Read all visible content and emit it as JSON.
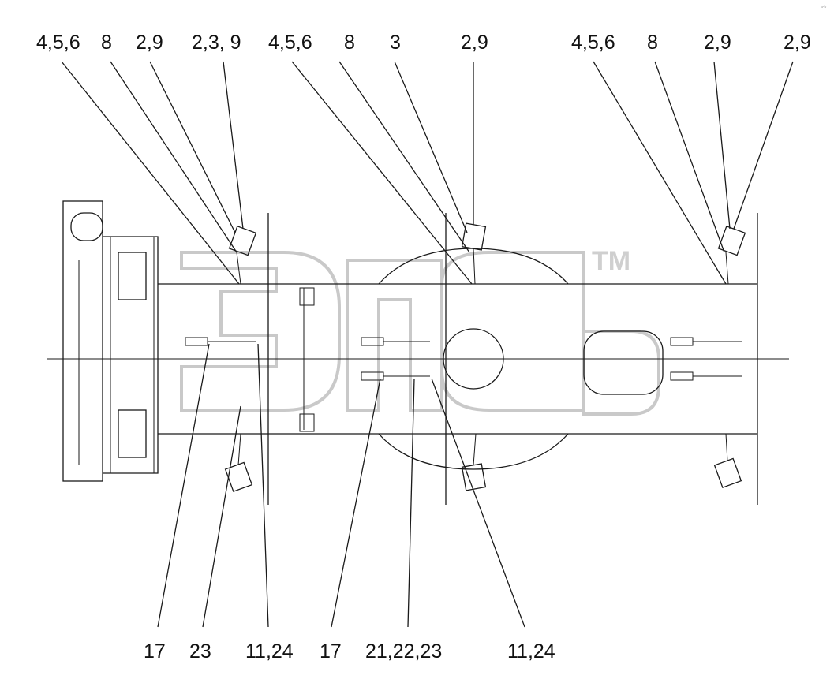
{
  "watermark": {
    "text": "TM"
  },
  "corner_mark": "a-b",
  "callouts_top": [
    "4,5,6",
    "8",
    "2,9",
    "2,3, 9",
    "4,5,6",
    "8",
    "3",
    "2,9",
    "4,5,6",
    "8",
    "2,9",
    "2,9"
  ],
  "callouts_bottom": [
    "17",
    "23",
    "11,24",
    "17",
    "21,22,23",
    "11,24"
  ]
}
